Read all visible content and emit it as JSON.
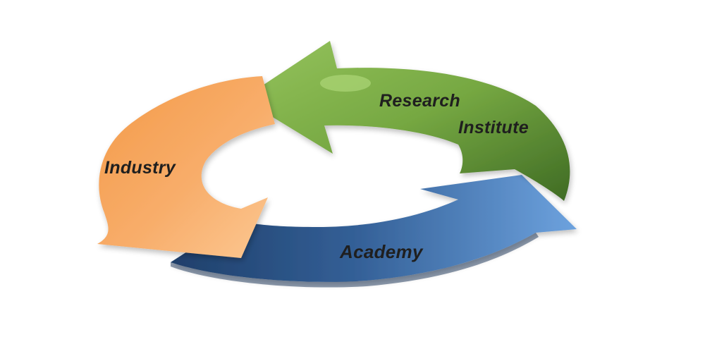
{
  "diagram": {
    "nodes": [
      {
        "id": "industry",
        "label": "Industry",
        "color": "#f7a257"
      },
      {
        "id": "research-institute",
        "label_line1": "Research",
        "label_line2": "Institute",
        "color": "#6f9e3c"
      },
      {
        "id": "academy",
        "label": "Academy",
        "color": "#3f74b5"
      }
    ],
    "edges": [
      {
        "from": "research-institute",
        "to": "industry"
      },
      {
        "from": "industry",
        "to": "academy"
      },
      {
        "from": "academy",
        "to": "research-institute"
      }
    ]
  }
}
